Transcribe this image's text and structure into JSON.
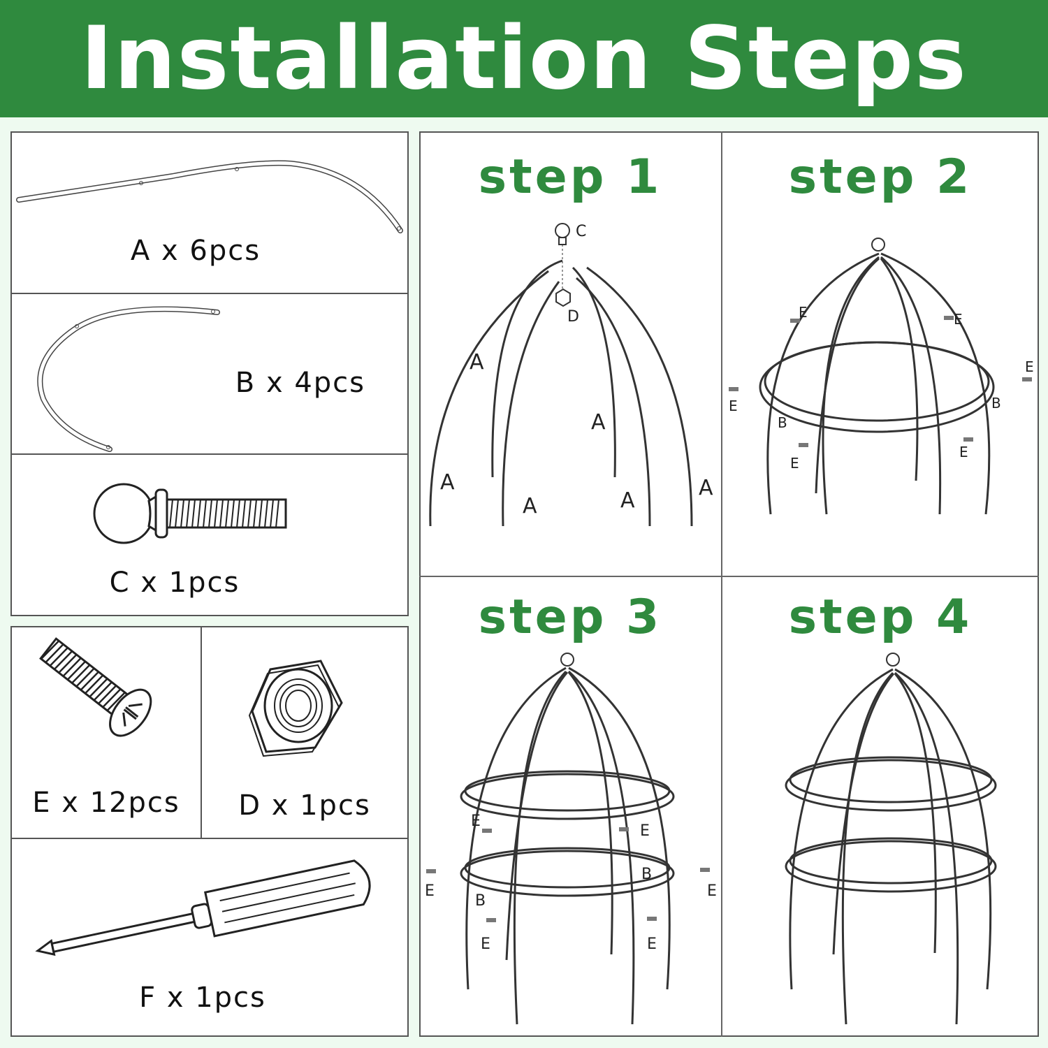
{
  "banner": {
    "title": "Installation Steps",
    "color": "#2f8a3e"
  },
  "parts": {
    "a": {
      "label": "A x 6pcs"
    },
    "b": {
      "label": "B x 4pcs"
    },
    "c": {
      "label": "C x 1pcs"
    },
    "e": {
      "label": "E x 12pcs"
    },
    "d": {
      "label": "D x 1pcs"
    },
    "f": {
      "label": "F x 1pcs"
    }
  },
  "steps": [
    {
      "title": "step 1"
    },
    {
      "title": "step 2"
    },
    {
      "title": "step 3"
    },
    {
      "title": "step 4"
    }
  ],
  "callouts": {
    "a": "A",
    "b": "B",
    "c": "C",
    "d": "D",
    "e": "E"
  }
}
